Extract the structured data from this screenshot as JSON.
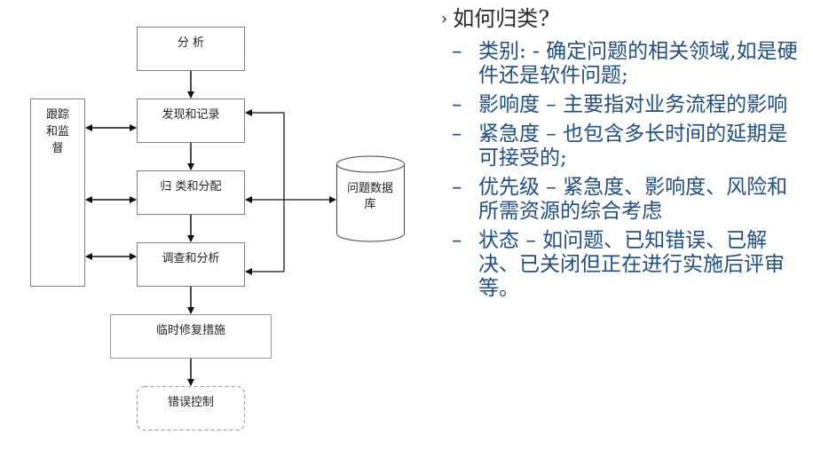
{
  "diagram": {
    "nodes": {
      "analyze": "分 析",
      "discover_record": "发现和记录",
      "classify_assign": "归 类和分配",
      "investigate_analyze": "调查和分析",
      "temp_fix": "临时修复措施",
      "error_control": "错误控制",
      "track_monitor": [
        "跟踪",
        "和监",
        "督"
      ],
      "problem_db": [
        "问题数据",
        "库"
      ]
    }
  },
  "bullets": {
    "heading": "如何归类?",
    "heading_marker": "›",
    "dash": "–",
    "items": [
      {
        "text": "类别: - 确定问题的相关领域,如是硬件还是软件问题;"
      },
      {
        "text": "影响度 – 主要指对业务流程的影响"
      },
      {
        "text": "紧急度 – 也包含多长时间的延期是可接受的;"
      },
      {
        "text": "优先级 – 紧急度、影响度、风险和所需资源的综合考虑"
      },
      {
        "text": "状态 – 如问题、已知错误、已解决、已关闭但正在进行实施后评审等。"
      }
    ]
  },
  "colors": {
    "heading": "#2b2b2b",
    "bullet_text": "#1f4e8c",
    "box_border": "#7f7f7f",
    "arrow": "#111111"
  }
}
